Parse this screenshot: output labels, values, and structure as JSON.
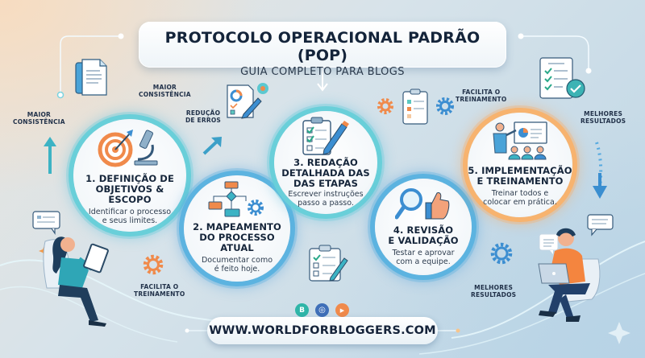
{
  "header": {
    "title": "PROTOCOLO OPERACIONAL PADRÃO (POP)",
    "subtitle": "GUIA COMPLETO PARA BLOGS"
  },
  "steps": [
    {
      "number": 1,
      "title_line1": "1. DEFINIÇÃO DE",
      "title_line2": "OBJETIVOS & ESCOPO",
      "desc_line1": "Identificar o processo",
      "desc_line2": "e seus limites.",
      "icons": [
        "target-icon",
        "microscope-icon"
      ],
      "ring_color": "#69cfd9"
    },
    {
      "number": 2,
      "title_line1": "2. MAPEAMENTO",
      "title_line2": "DO PROCESSO ATUAL",
      "desc_line1": "Documentar como",
      "desc_line2": "é feito hoje.",
      "icons": [
        "flowchart-icon",
        "gear-icon"
      ],
      "ring_color": "#5cb3e0"
    },
    {
      "number": 3,
      "title_line1": "3. REDAÇÃO",
      "title_line2": "DETALHADA DAS",
      "title_line3": "DAS ETAPAS",
      "desc_line1": "Escrever instruções",
      "desc_line2": "passo a passo.",
      "icons": [
        "clipboard-checklist-icon",
        "pen-icon"
      ],
      "ring_color": "#69cfd9"
    },
    {
      "number": 4,
      "title_line1": "4. REVISÃO",
      "title_line2": "E VALIDAÇÃO",
      "desc_line1": "Testar e aprovar",
      "desc_line2": "com a equipe.",
      "icons": [
        "magnifier-icon",
        "thumbs-up-icon"
      ],
      "ring_color": "#5cb3e0"
    },
    {
      "number": 5,
      "title_line1": "5. IMPLEMENTAÇÃO",
      "title_line2": "E TREINAMENTO",
      "desc_line1": "Treinar todos e",
      "desc_line2": "colocar em prática.",
      "icons": [
        "presentation-icon",
        "team-icon"
      ],
      "ring_color": "#f7b36f"
    }
  ],
  "side_labels": {
    "maior_consistencia_left": [
      "MAIOR",
      "CONSISTÊNCIA"
    ],
    "maior_consistencia_top": [
      "MAIOR",
      "CONSISTÊNCIA"
    ],
    "reducao_erros": [
      "REDUÇÃO",
      "DE ERROS"
    ],
    "facilita_treinamento_top": [
      "FACILITA O",
      "TREINAMENTO"
    ],
    "melhores_resultados_top": [
      "MELHORES",
      "RESULTADOS"
    ],
    "facilita_treinamento_bottom": [
      "FACILITA O",
      "TREINAMENTO"
    ],
    "melhores_resultados_bottom": [
      "MELHORES",
      "RESULTADOS"
    ]
  },
  "footer": {
    "url": "WWW.WORLDFORBLOGGERS.COM",
    "social": [
      {
        "name": "blogger",
        "color": "#2fb5a8",
        "glyph": "B"
      },
      {
        "name": "instagram",
        "color": "#3f6fb8",
        "glyph": "◎"
      },
      {
        "name": "youtube",
        "color": "#f08a4b",
        "glyph": "▶"
      }
    ]
  },
  "colors": {
    "teal": "#69cfd9",
    "blue": "#5cb3e0",
    "orange": "#f7b36f",
    "dark_text": "#15253a"
  }
}
